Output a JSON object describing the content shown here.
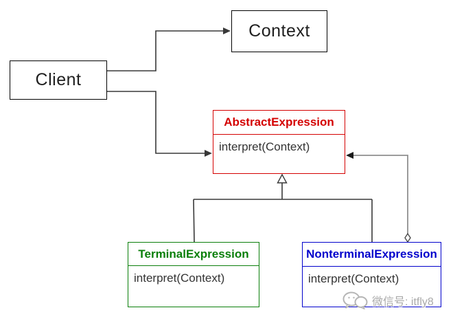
{
  "diagram": {
    "classes": {
      "client": {
        "label": "Client"
      },
      "context": {
        "label": "Context"
      },
      "abstract_expression": {
        "title": "AbstractExpression",
        "method": "interpret(Context)"
      },
      "terminal_expression": {
        "title": "TerminalExpression",
        "method": "interpret(Context)"
      },
      "nonterminal_expression": {
        "title": "NonterminalExpression",
        "method": "interpret(Context)"
      }
    },
    "relationships": [
      {
        "from": "Client",
        "to": "Context",
        "type": "directed-association"
      },
      {
        "from": "Client",
        "to": "AbstractExpression",
        "type": "directed-association"
      },
      {
        "from": "TerminalExpression",
        "to": "AbstractExpression",
        "type": "generalization"
      },
      {
        "from": "NonterminalExpression",
        "to": "AbstractExpression",
        "type": "generalization"
      },
      {
        "from": "NonterminalExpression",
        "to": "AbstractExpression",
        "type": "aggregation"
      }
    ]
  },
  "colors": {
    "abstract_expression": "#d40000",
    "terminal_expression": "#0a7f0a",
    "nonterminal_expression": "#0000cc",
    "plain_border": "#000000",
    "connector": "#383838",
    "aggregation_line": "#8f8f8f"
  },
  "watermark": {
    "icon": "wechat-icon",
    "text": "微信号: itfly8"
  }
}
